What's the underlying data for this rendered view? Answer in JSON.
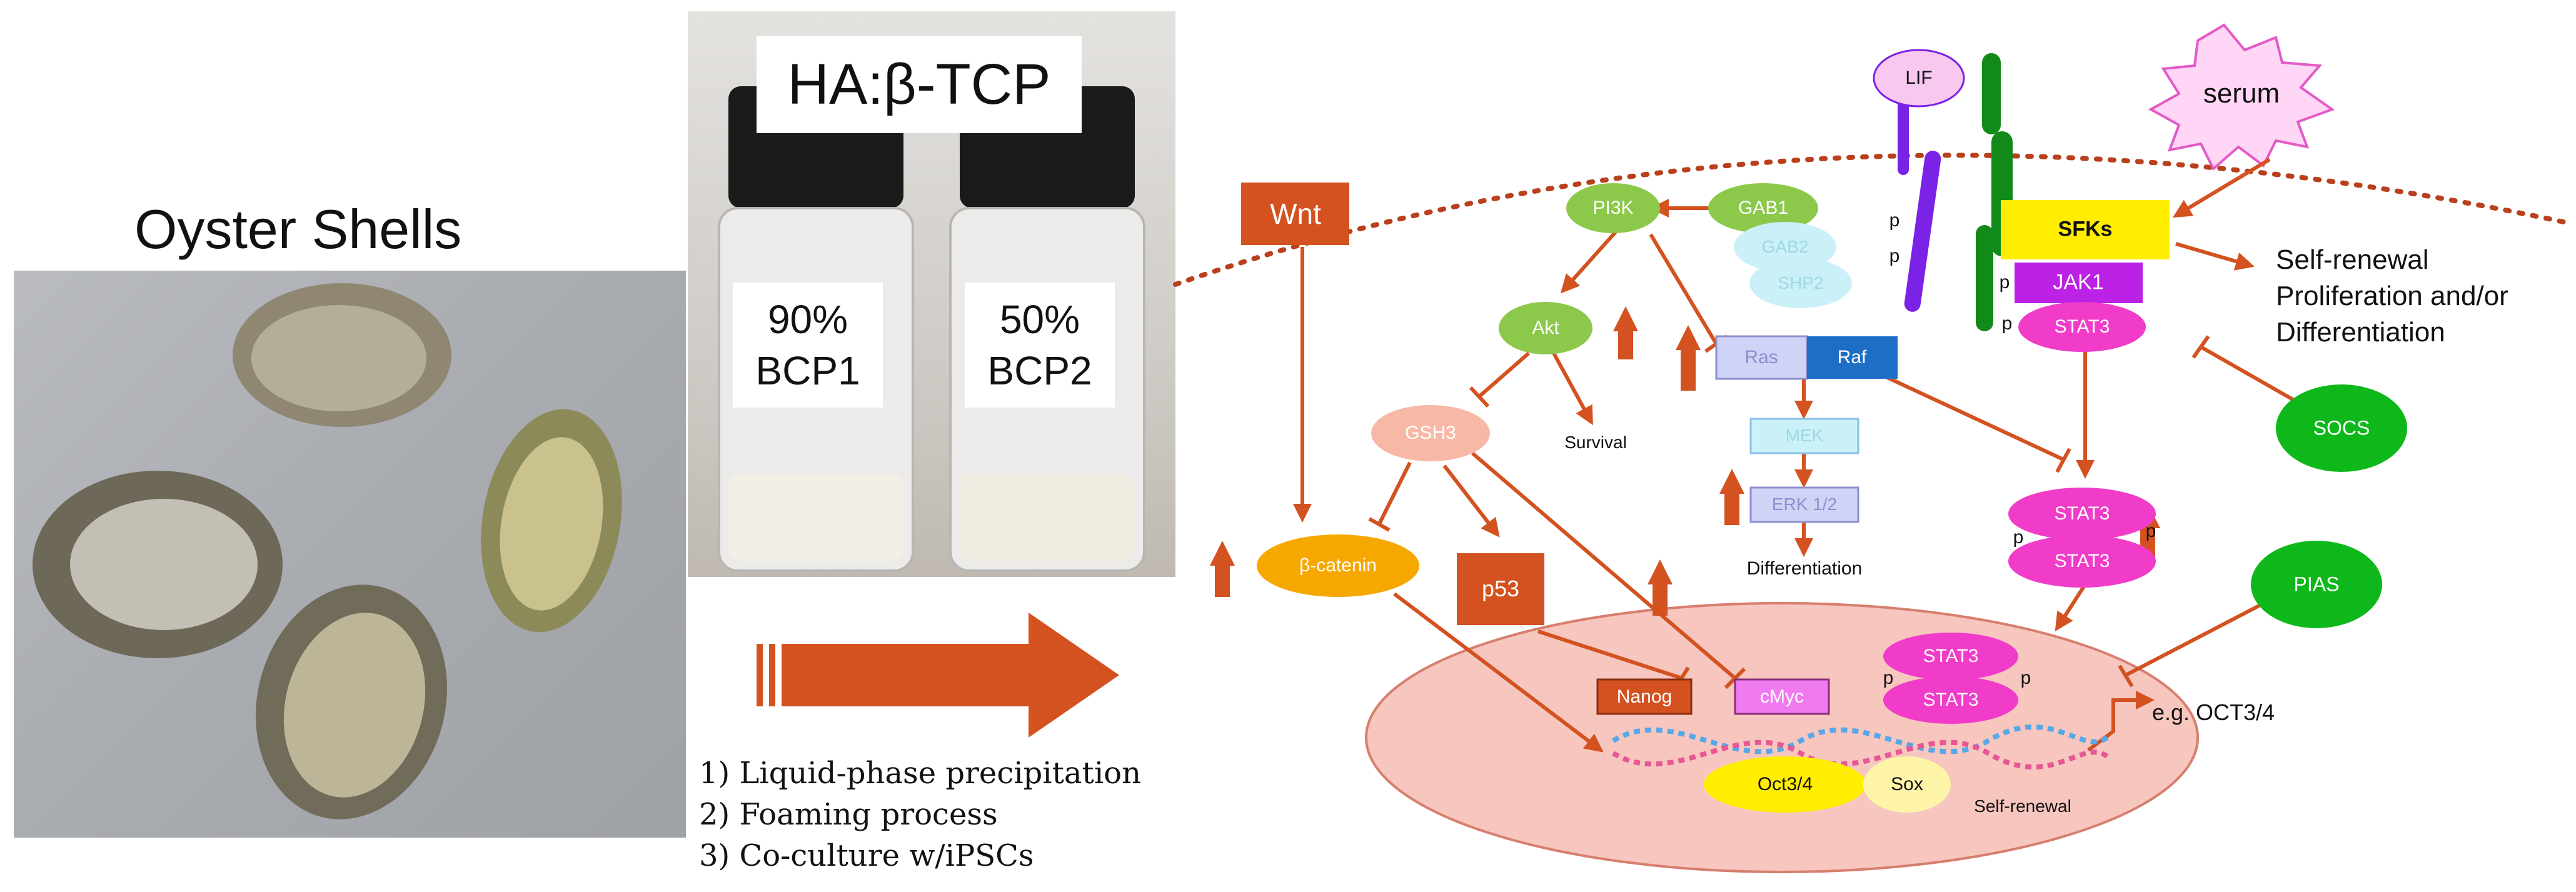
{
  "left_panel": {
    "title": "Oyster Shells"
  },
  "middle_panel": {
    "vial_title": "HA:β-TCP",
    "vials": [
      {
        "percent": "90%",
        "name": "BCP1"
      },
      {
        "percent": "50%",
        "name": "BCP2"
      }
    ],
    "steps": [
      "1) Liquid-phase precipitation",
      "2) Foaming process",
      "3) Co-culture w/iPSCs"
    ]
  },
  "pathway": {
    "nodes": {
      "lif": "LIF",
      "serum": "serum",
      "wnt": "Wnt",
      "pi3k": "PI3K",
      "gab1": "GAB1",
      "gab2": "GAB2",
      "shp2": "SHP2",
      "sfks": "SFKs",
      "jak1": "JAK1",
      "stat3_membrane": "STAT3",
      "akt": "Akt",
      "ras": "Ras",
      "raf": "Raf",
      "gsh3": "GSH3",
      "survival": "Survival",
      "mek": "MEK",
      "erk": "ERK 1/2",
      "differentiation": "Differentiation",
      "beta_catenin": "β-catenin",
      "p53": "p53",
      "stat3_dimer_top": "STAT3",
      "stat3_dimer_bottom": "STAT3",
      "stat3_nuc_top": "STAT3",
      "stat3_nuc_bottom": "STAT3",
      "socs": "SOCS",
      "pias": "PIAS",
      "nanog": "Nanog",
      "cmyc": "cMyc",
      "oct34": "Oct3/4",
      "sox": "Sox",
      "self_renewal_nucleus": "Self-renewal",
      "eg_oct": "e.g. OCT3/4",
      "phospho": "p"
    },
    "outcome_lines": [
      "Self-renewal",
      "Proliferation and/or",
      "Differentiation"
    ]
  },
  "colors": {
    "arrow_orange": "#d35220",
    "green_node": "#8cc94a",
    "bright_green": "#0fb81a",
    "magenta": "#f03cc8",
    "purple": "#7a22e6",
    "yellow": "#ffee00",
    "light_blue": "#c9f1f7",
    "lavender": "#cfd3f5",
    "nucleus": "#f6c6bf"
  }
}
